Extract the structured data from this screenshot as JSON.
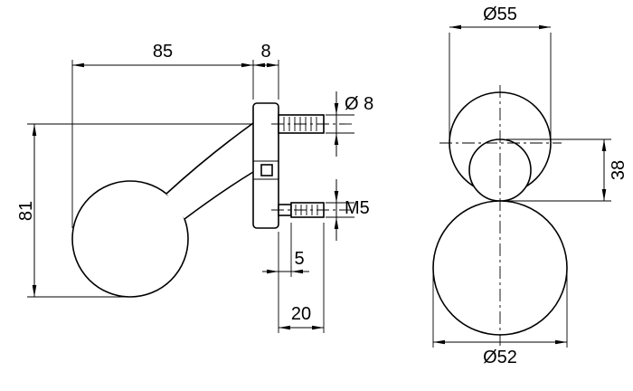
{
  "labels": {
    "side": {
      "width": "85",
      "plate_thickness": "8",
      "height": "81",
      "stud_diameter": "Ø 8",
      "screw_thread": "M5",
      "shank_length": "5",
      "screw_length": "20"
    },
    "front": {
      "rosette_diameter": "Ø55",
      "neck_diameter": "38",
      "knob_diameter": "Ø52"
    }
  },
  "colors": {
    "line": "#000000",
    "background": "#ffffff"
  }
}
